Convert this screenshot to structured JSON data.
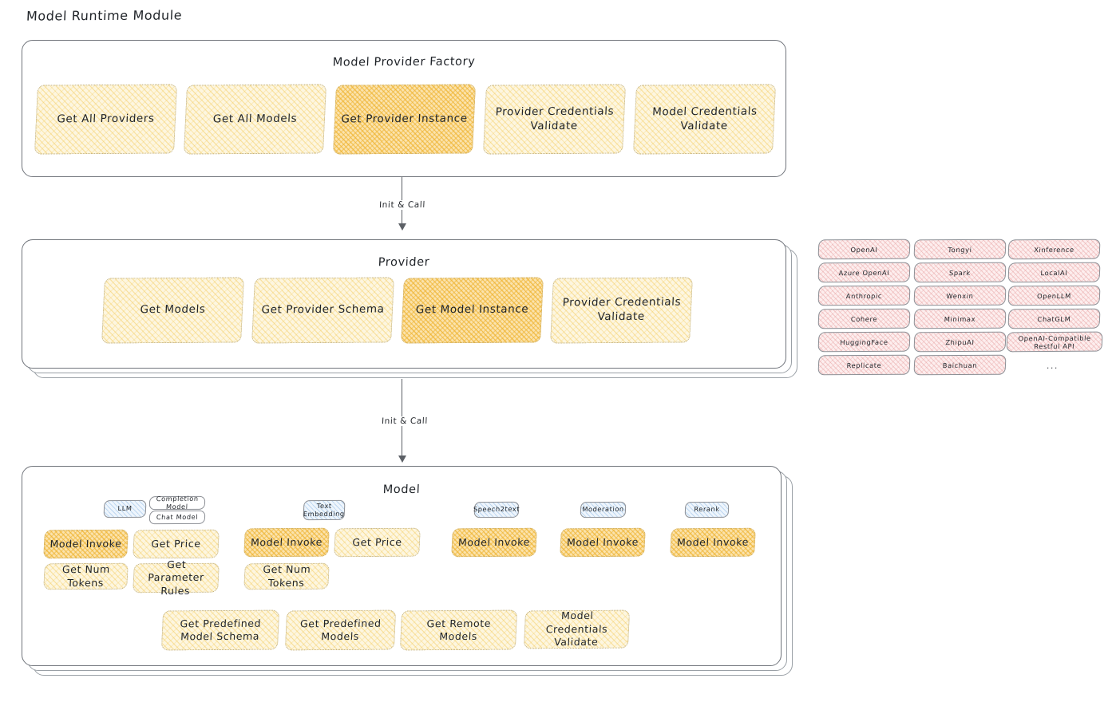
{
  "page": {
    "title": "Model Runtime Module"
  },
  "factory": {
    "title": "Model Provider Factory",
    "nodes": [
      {
        "label": "Get All Providers",
        "highlight": false
      },
      {
        "label": "Get All Models",
        "highlight": false
      },
      {
        "label": "Get Provider Instance",
        "highlight": true
      },
      {
        "label": "Provider Credentials Validate",
        "highlight": false
      },
      {
        "label": "Model Credentials Validate",
        "highlight": false
      }
    ]
  },
  "arrow1": {
    "label": "Init & Call"
  },
  "provider": {
    "title": "Provider",
    "nodes": [
      {
        "label": "Get Models",
        "highlight": false
      },
      {
        "label": "Get Provider Schema",
        "highlight": false
      },
      {
        "label": "Get Model Instance",
        "highlight": true
      },
      {
        "label": "Provider Credentials Validate",
        "highlight": false
      }
    ]
  },
  "arrow2": {
    "label": "Init & Call"
  },
  "provider_list": {
    "column1": [
      "OpenAI",
      "Azure OpenAI",
      "Anthropic",
      "Cohere",
      "HuggingFace",
      "Replicate"
    ],
    "column2": [
      "Tongyi",
      "Spark",
      "Wenxin",
      "Minimax",
      "ZhipuAI",
      "Baichuan"
    ],
    "column3": [
      "Xinference",
      "LocalAI",
      "OpenLLM",
      "ChatGLM",
      "OpenAI-Compatible Restful API"
    ],
    "more": "..."
  },
  "model": {
    "title": "Model",
    "types": [
      {
        "name": "LLM",
        "sub": [
          "Completion Model",
          "Chat Model"
        ]
      },
      {
        "name": "Text Embedding",
        "sub": []
      },
      {
        "name": "Speech2text",
        "sub": []
      },
      {
        "name": "Moderation",
        "sub": []
      },
      {
        "name": "Rerank",
        "sub": []
      }
    ],
    "more": "...",
    "llm_ops": [
      {
        "label": "Model Invoke",
        "highlight": true
      },
      {
        "label": "Get Price",
        "highlight": false
      },
      {
        "label": "Get Num Tokens",
        "highlight": false
      },
      {
        "label": "Get Parameter Rules",
        "highlight": false
      }
    ],
    "embedding_ops": [
      {
        "label": "Model Invoke",
        "highlight": true
      },
      {
        "label": "Get Price",
        "highlight": false
      },
      {
        "label": "Get Num Tokens",
        "highlight": false
      }
    ],
    "speech2text_ops": [
      {
        "label": "Model Invoke",
        "highlight": true
      }
    ],
    "moderation_ops": [
      {
        "label": "Model Invoke",
        "highlight": true
      }
    ],
    "rerank_ops": [
      {
        "label": "Model Invoke",
        "highlight": true
      }
    ],
    "common_ops": [
      {
        "label": "Get Predefined Model Schema",
        "highlight": false
      },
      {
        "label": "Get Predefined Models",
        "highlight": false
      },
      {
        "label": "Get Remote Models",
        "highlight": false
      },
      {
        "label": "Model Credentials Validate",
        "highlight": false
      }
    ]
  },
  "colors": {
    "node_fill": "#fdf6e0",
    "node_fill_strong": "#fbe3ad",
    "pill_fill": "#fdeeee",
    "badge_fill": "#eef5fc",
    "stroke": "#6b6f76"
  }
}
